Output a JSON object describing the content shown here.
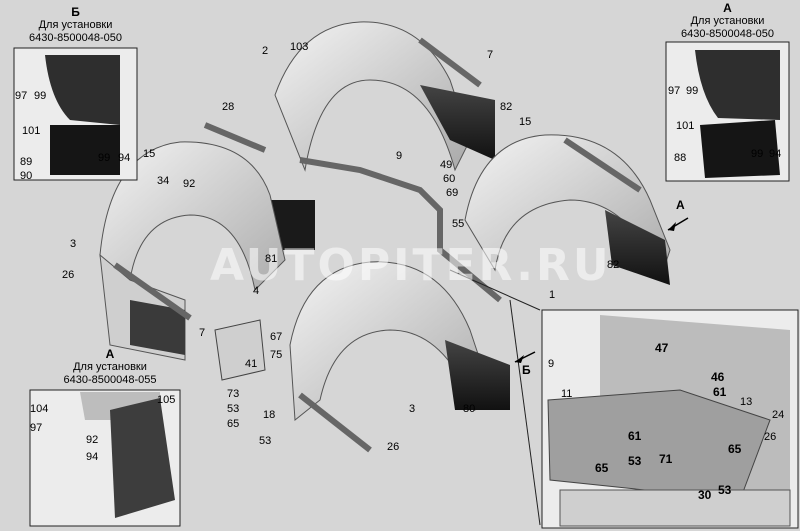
{
  "watermark": "AUTOPITER.RU",
  "insets": {
    "top_left": {
      "letter": "Б",
      "caption": "Для установки",
      "part_no": "6430-8500048-050"
    },
    "top_right": {
      "letter": "А",
      "caption": "Для установки",
      "part_no": "6430-8500048-050"
    },
    "bottom_left": {
      "letter": "А",
      "caption": "Для установки",
      "part_no": "6430-8500048-055"
    }
  },
  "view_arrows": {
    "a": "А",
    "b": "Б"
  },
  "callouts": {
    "tl": [
      "97",
      "99",
      "101",
      "89",
      "90",
      "99",
      "94"
    ],
    "tr": [
      "97",
      "99",
      "101",
      "88",
      "99",
      "94"
    ],
    "bl": [
      "104",
      "97",
      "92",
      "94",
      "105"
    ],
    "main": [
      "2",
      "103",
      "7",
      "82",
      "28",
      "15",
      "9",
      "49",
      "60",
      "69",
      "34",
      "92",
      "3",
      "26",
      "81",
      "4",
      "7",
      "15",
      "55",
      "82",
      "1",
      "67",
      "75",
      "41",
      "73",
      "53",
      "65",
      "18",
      "53",
      "3",
      "26",
      "80"
    ],
    "detail": [
      "9",
      "47",
      "11",
      "46",
      "61",
      "13",
      "24",
      "26",
      "61",
      "65",
      "53",
      "71",
      "65",
      "30",
      "53"
    ]
  }
}
